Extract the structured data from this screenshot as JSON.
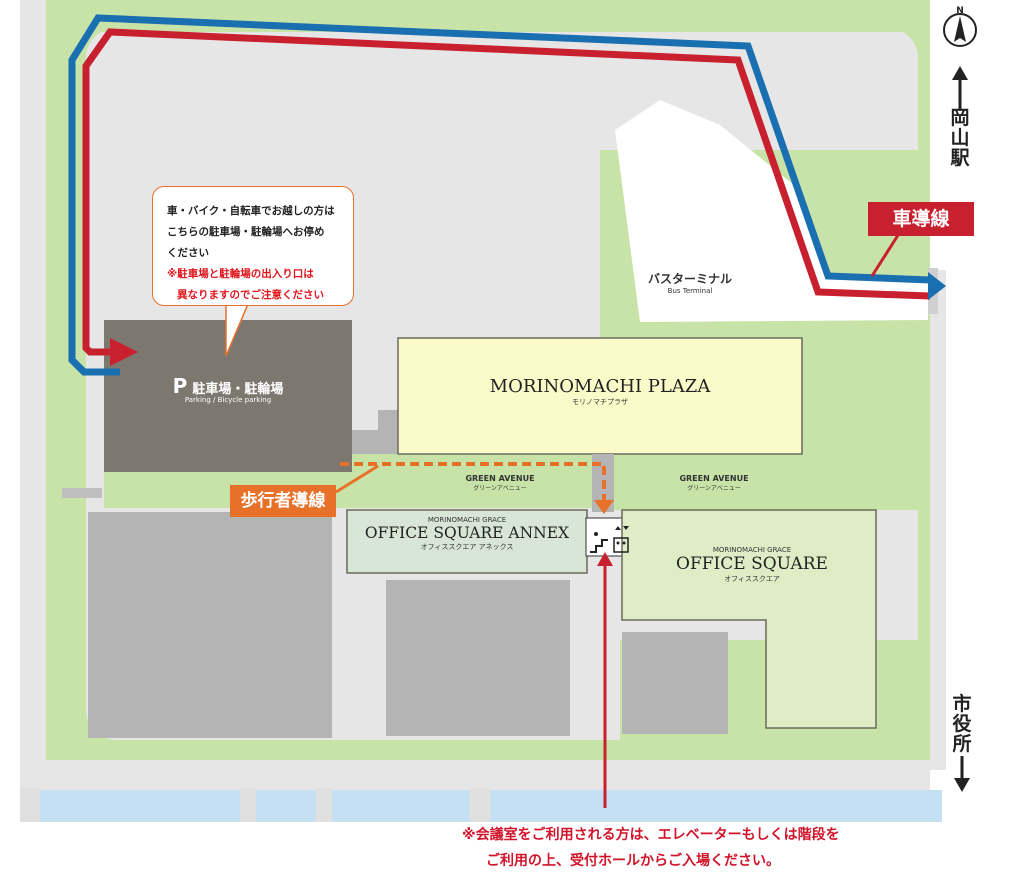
{
  "callout": {
    "line1": "車・バイク・自転車でお越しの方は",
    "line2": "こちらの駐車場・駐輪場へお停め",
    "line3": "ください",
    "warn1": "※駐車場と駐輪場の出入り口は",
    "warn2": "異なりますのでご注意ください"
  },
  "parking": {
    "icon": "P",
    "label": "駐車場・駐輪場",
    "sub": "Parking / Bicycle parking"
  },
  "bus_terminal": {
    "label": "バスターミナル",
    "sub": "Bus Terminal"
  },
  "plaza": {
    "name": "MORINOMACHI PLAZA",
    "kana": "モリノマチプラザ"
  },
  "annex": {
    "pre": "MORINOMACHI GRACE",
    "name": "OFFICE SQUARE ANNEX",
    "kana": "オフィススクエア アネックス"
  },
  "office": {
    "pre": "MORINOMACHI GRACE",
    "name": "OFFICE SQUARE",
    "kana": "オフィススクエア"
  },
  "green_avenue_left": {
    "en": "GREEN AVENUE",
    "ja": "グリーンアベニュー"
  },
  "green_avenue_right": {
    "en": "GREEN AVENUE",
    "ja": "グリーンアベニュー"
  },
  "car_route_label": "車導線",
  "pedestrian_route_label": "歩行者導線",
  "north": "N",
  "okayama_station": [
    "岡",
    "山",
    "駅"
  ],
  "city_hall": [
    "市",
    "役",
    "所"
  ],
  "note": {
    "line1": "※会議室をご利用される方は、エレベーターもしくは階段を",
    "line2": "ご利用の上、受付ホールからご入場ください。"
  },
  "icons": {
    "stairs": "stairs-icon",
    "elevator": "elevator-icon",
    "compass": "north-compass-icon"
  },
  "colors": {
    "car_route_red": "#c8202f",
    "car_route_blue": "#1a6fb1",
    "pedestrian_route": "#e8712a",
    "green": "#c8e3a8",
    "road": "#e6e6e6",
    "building_dark": "#7c7870",
    "building_gray": "#b4b4b4",
    "plaza": "#fafbc8",
    "annex": "#d7e6d7",
    "office": "#deedc6",
    "water": "#c5e0f3"
  }
}
